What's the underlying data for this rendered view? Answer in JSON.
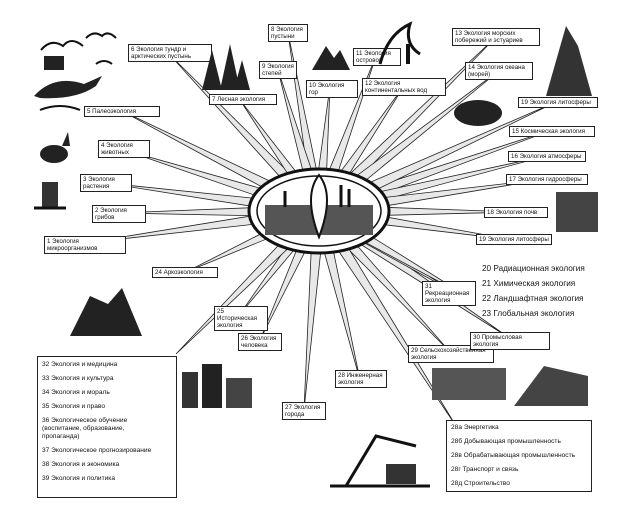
{
  "center": {
    "label": ""
  },
  "rays": [
    {
      "id": "1",
      "text": "1    Экология\nмикроорганизмов"
    },
    {
      "id": "2",
      "text": "2 Экология\nгрибов"
    },
    {
      "id": "3",
      "text": "3  Экология\nрастения"
    },
    {
      "id": "4",
      "text": "4  Экология\nживотных"
    },
    {
      "id": "5",
      "text": "5  Палеоэкология"
    },
    {
      "id": "6",
      "text": "6   Экология тундр и\nарктических пустынь"
    },
    {
      "id": "7",
      "text": "7 Лесная экология"
    },
    {
      "id": "8",
      "text": "8 Экология\nпустыни"
    },
    {
      "id": "9",
      "text": "9 Экология\nстепей"
    },
    {
      "id": "10",
      "text": "10 Экология гор"
    },
    {
      "id": "11",
      "text": "11 Экология\nостровов"
    },
    {
      "id": "12",
      "text": "12    Экология\nконтинентальных вод"
    },
    {
      "id": "13",
      "text": "13    Экология морских\nпобережий и эстуариев"
    },
    {
      "id": "14",
      "text": "14 Экология океана\n(морей)"
    },
    {
      "id": "15",
      "text": "15 Космическая экология"
    },
    {
      "id": "16",
      "text": "16 Экология атмосферы"
    },
    {
      "id": "17",
      "text": "17 Экология гидросферы"
    },
    {
      "id": "18",
      "text": "18  Экология почв"
    },
    {
      "id": "19a",
      "text": "19 Экология литосферы"
    },
    {
      "id": "19b",
      "text": "19 Экология литосферы"
    },
    {
      "id": "24",
      "text": "24  Аркоэкология"
    },
    {
      "id": "25",
      "text": "25 Историческая\nэкология"
    },
    {
      "id": "26",
      "text": "26 Экология\nчеловека"
    },
    {
      "id": "27",
      "text": "27 Экология\nгорода"
    },
    {
      "id": "28",
      "text": "28 Инженерная\nэкология"
    },
    {
      "id": "29",
      "text": "29  Сельскохозяйственная\nэкология"
    },
    {
      "id": "30",
      "text": "30 Промысловая экология"
    },
    {
      "id": "31",
      "text": "31  Рекреационная\nэкология"
    }
  ],
  "right_list": [
    "20   Радиационная экология",
    "21   Химическая экология",
    "22   Ландшафтная экология",
    "23   Глобальная экология"
  ],
  "left_list": [
    "32 Экология и медицина",
    "33 Экология и культура",
    "34 Экология и мораль",
    "35 Экология и право",
    "36 Экологическое обучение\n(воспитание, образование,\nпропаганда)",
    "37 Экологическое прогнозирование",
    "38 Экология и экономика",
    "39 Экология и политика"
  ],
  "bottom_list": [
    "28а     Энергетика",
    "28б  Добывающая промышленность",
    "28в   Обрабатывающая промышленность",
    "28г   Транспорт и связь",
    "28д   Строительство"
  ],
  "illustration_icons": [
    "birds-icon",
    "tree-icon",
    "mountain-icon",
    "animal-icon",
    "city-icon",
    "crane-icon",
    "factory-icon",
    "tractor-icon",
    "field-icon",
    "fish-icon"
  ]
}
